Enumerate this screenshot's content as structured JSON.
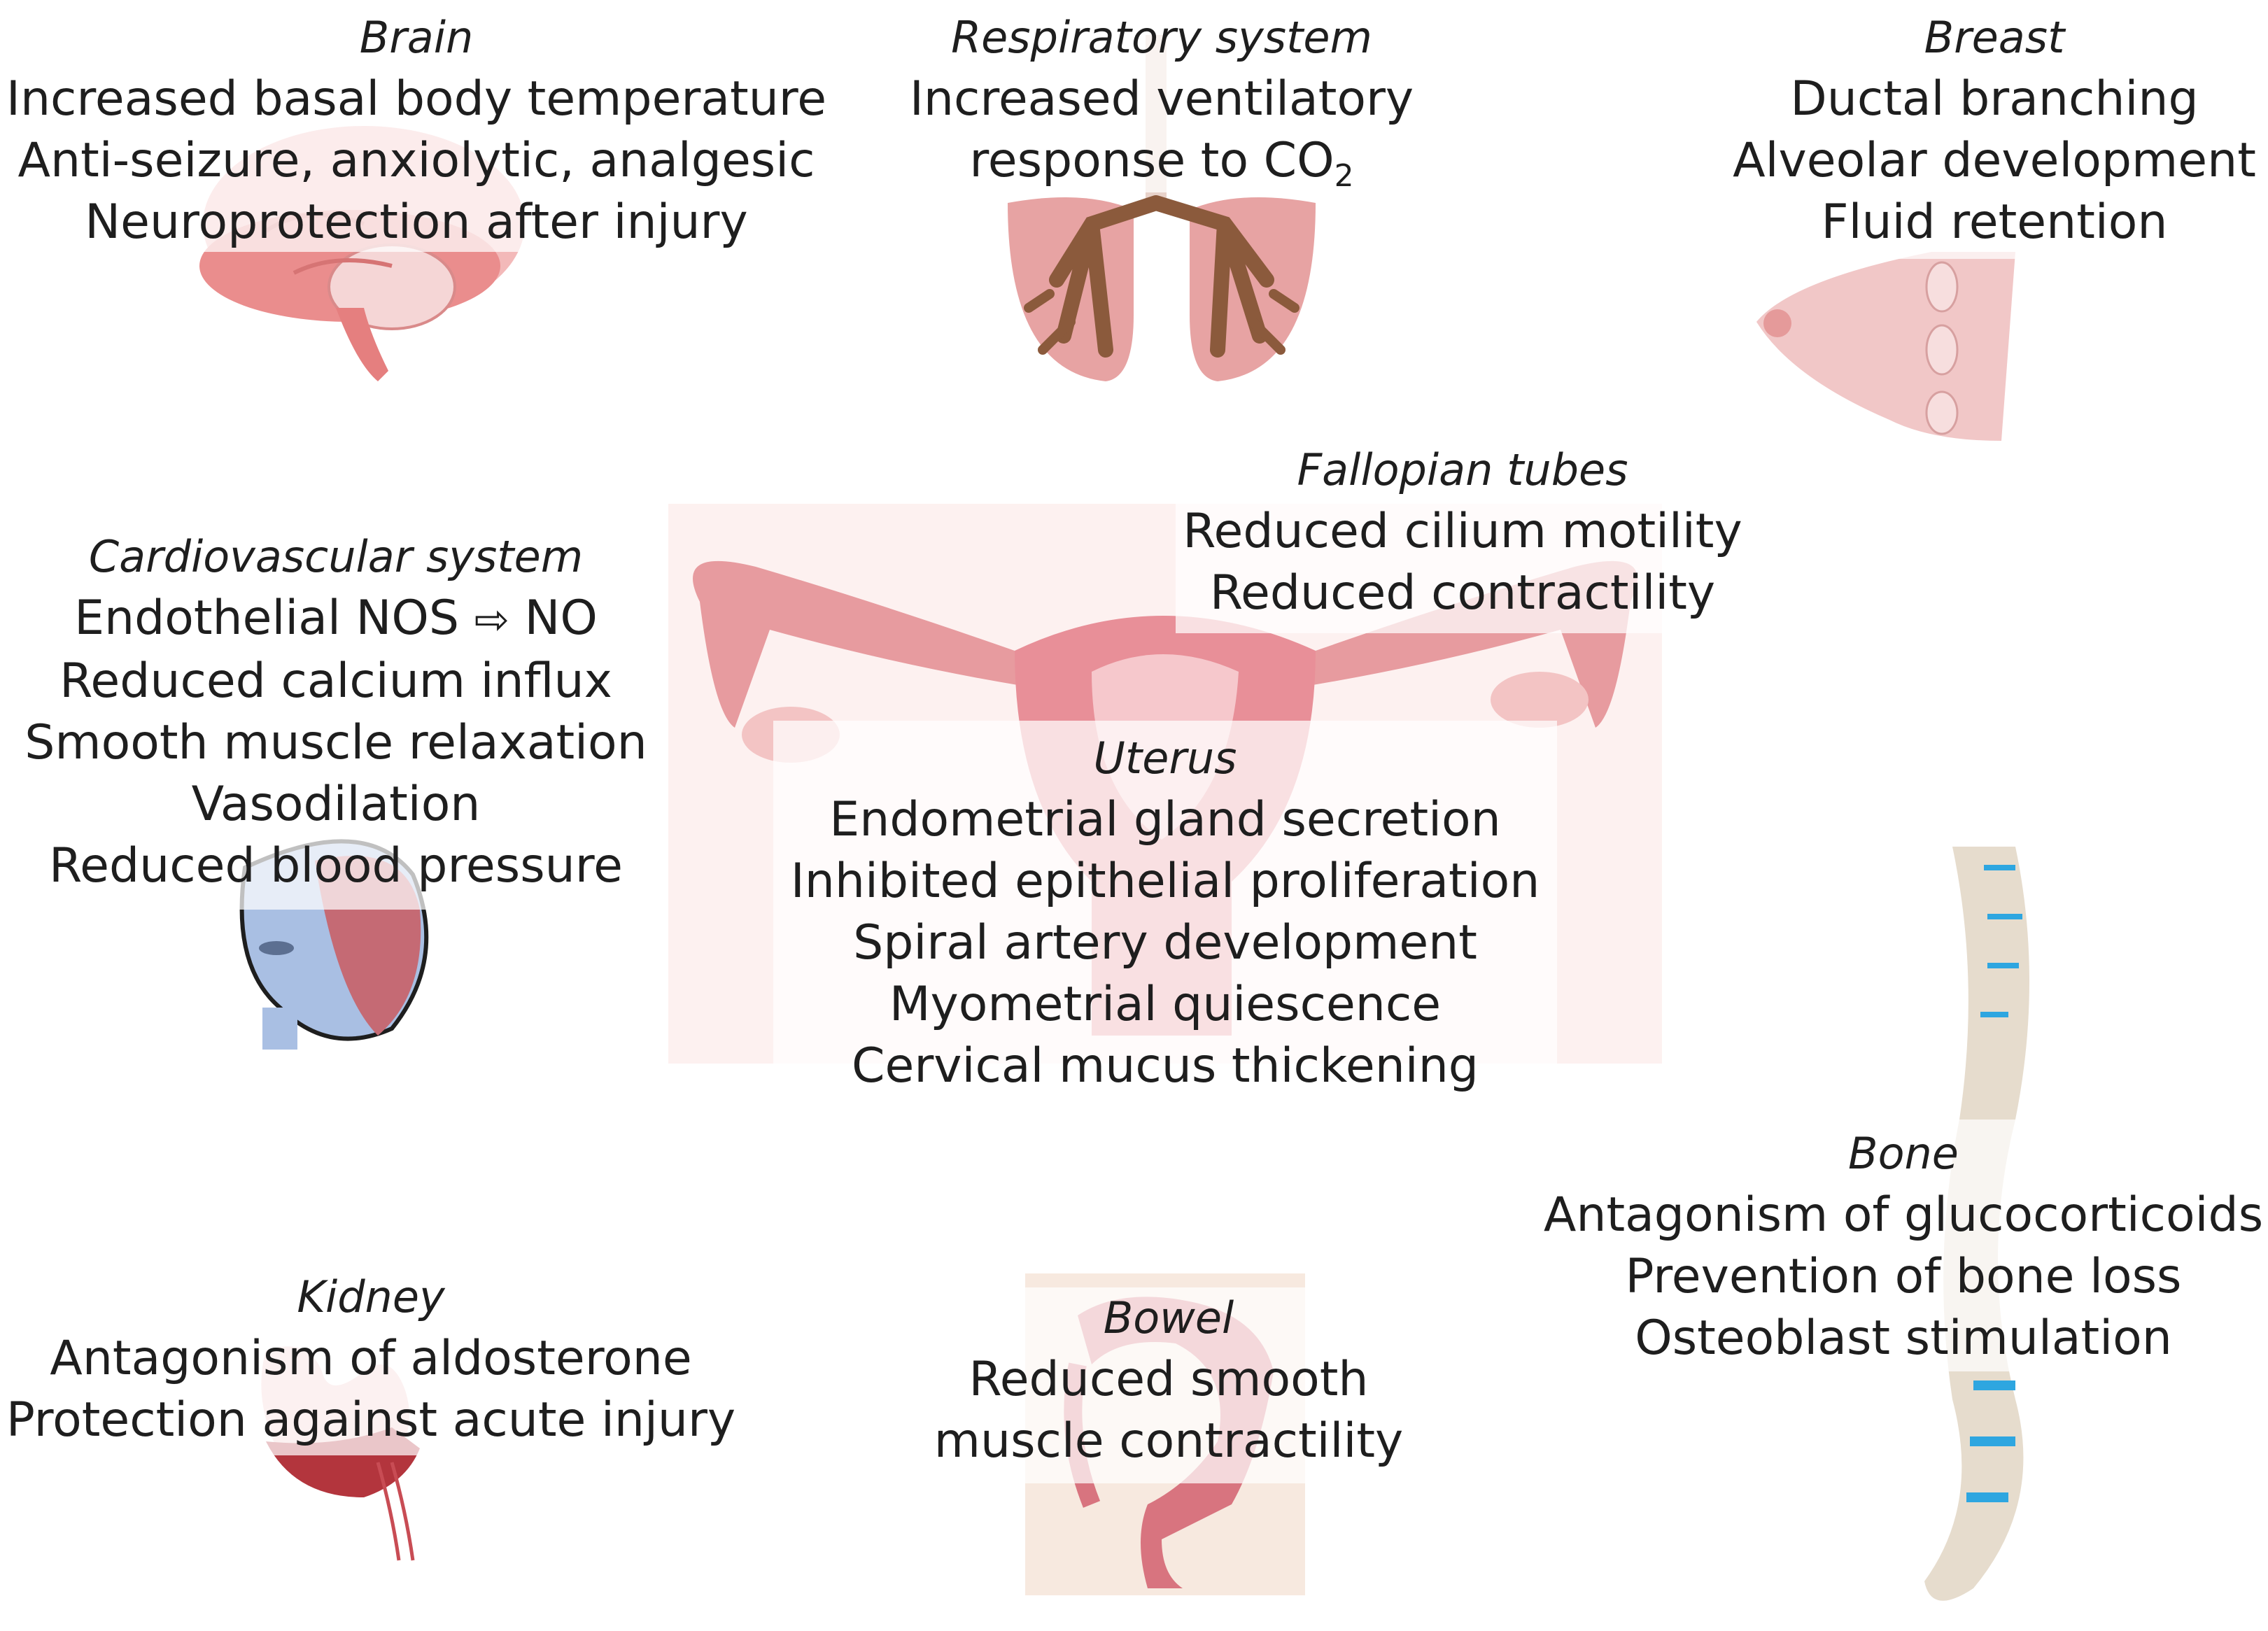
{
  "brain": {
    "title": "Brain",
    "lines": [
      "Increased basal body temperature",
      "Anti-seizure, anxiolytic, analgesic",
      "Neuroprotection after injury"
    ]
  },
  "respiratory": {
    "title": "Respiratory system",
    "line1": "Increased ventilatory",
    "line2_text": "response to CO",
    "line2_sub": "2"
  },
  "breast": {
    "title": "Breast",
    "lines": [
      "Ductal branching",
      "Alveolar development",
      "Fluid retention"
    ]
  },
  "fallopian": {
    "title": "Fallopian tubes",
    "lines": [
      "Reduced cilium motility",
      "Reduced contractility"
    ]
  },
  "cardio": {
    "title": "Cardiovascular system",
    "line1_left": "Endothelial NOS",
    "line1_arrow": "⇨",
    "line1_right": "NO",
    "lines": [
      "Reduced calcium influx",
      "Smooth muscle relaxation",
      "Vasodilation",
      "Reduced blood pressure"
    ]
  },
  "uterus": {
    "title": "Uterus",
    "lines": [
      "Endometrial gland secretion",
      "Inhibited epithelial proliferation",
      "Spiral artery development",
      "Myometrial quiescence",
      "Cervical mucus thickening"
    ]
  },
  "bone": {
    "title": "Bone",
    "lines": [
      "Antagonism of glucocorticoids",
      "Prevention of bone loss",
      "Osteoblast stimulation"
    ]
  },
  "kidney": {
    "title": "Kidney",
    "lines": [
      "Antagonism of aldosterone",
      "Protection against acute injury"
    ]
  },
  "bowel": {
    "title": "Bowel",
    "lines": [
      "Reduced smooth",
      "muscle contractility"
    ]
  },
  "colors": {
    "organ_pink": "#e89a9c",
    "organ_red": "#d9534f",
    "lung_brown": "#8b5a3c",
    "heart_blue": "#a9bfe3",
    "heart_red": "#c56a74",
    "spine_bone": "#e6dccd",
    "spine_disc": "#2ea6e0",
    "text": "#1e1e1e"
  }
}
